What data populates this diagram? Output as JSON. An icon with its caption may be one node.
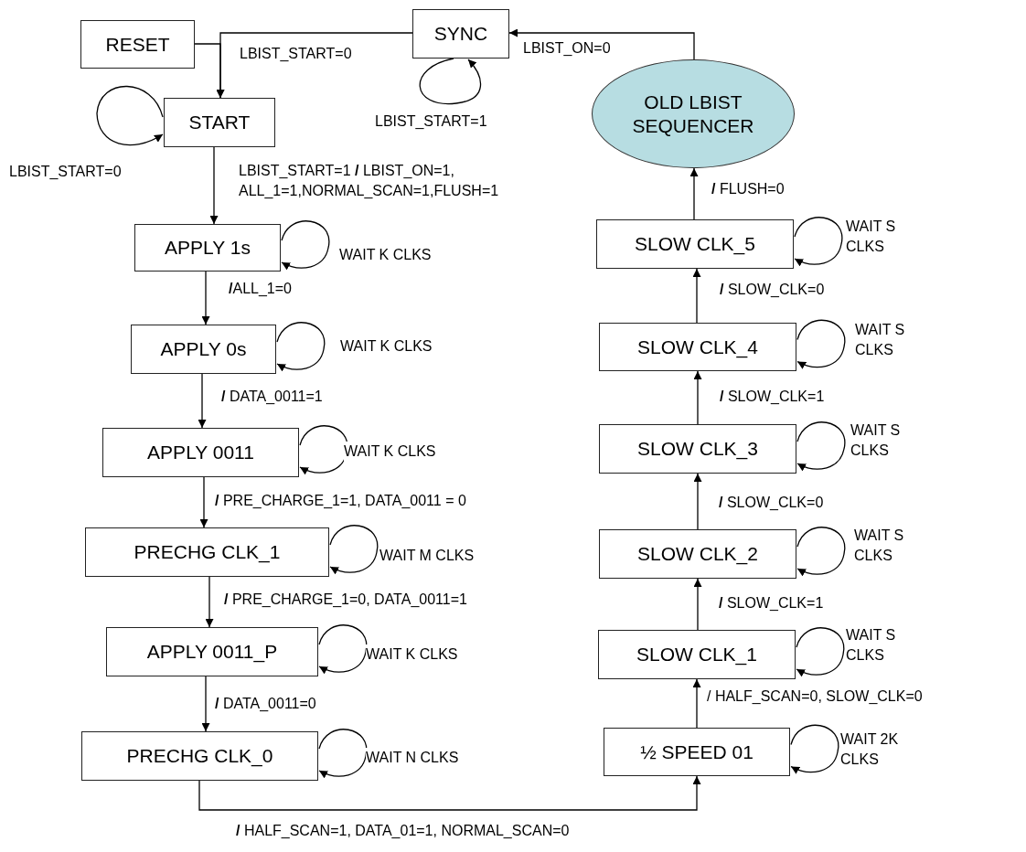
{
  "diagram": {
    "nodes": [
      {
        "text": [
          "RESET"
        ]
      },
      {
        "text": [
          "SYNC"
        ]
      },
      {
        "text": [
          "START"
        ]
      },
      {
        "text": [
          "APPLY 1s"
        ]
      },
      {
        "text": [
          "APPLY 0s"
        ]
      },
      {
        "text": [
          "APPLY 0011"
        ]
      },
      {
        "text": [
          "PRECHG CLK_1"
        ]
      },
      {
        "text": [
          "APPLY 0011_P"
        ]
      },
      {
        "text": [
          "PRECHG CLK_0"
        ]
      },
      {
        "text": [
          "½ SPEED 01"
        ]
      },
      {
        "text": [
          "SLOW CLK_1"
        ]
      },
      {
        "text": [
          "SLOW CLK_2"
        ]
      },
      {
        "text": [
          "SLOW CLK_3"
        ]
      },
      {
        "text": [
          "SLOW CLK_4"
        ]
      },
      {
        "text": [
          "SLOW CLK_5"
        ]
      },
      {
        "text": [
          "OLD LBIST SEQUENCER"
        ]
      }
    ],
    "edges": [
      {
        "from": 0,
        "to": 2,
        "arrow": "to"
      },
      {
        "from": 1,
        "to": 2,
        "arrow": "to",
        "label": "LBIST_START=0"
      },
      {
        "from": 2,
        "to": 2,
        "arrow": "to",
        "label": "LBIST_START=0"
      },
      {
        "from": 1,
        "to": 1,
        "arrow": "to",
        "label": "LBIST_START=1"
      },
      {
        "from": 2,
        "to": 3,
        "arrow": "to",
        "label": "LBIST_START=1 **/** LBIST_ON=1, ALL_1=1,NORMAL_SCAN=1,FLUSH=1"
      },
      {
        "from": 3,
        "to": 3,
        "arrow": "to",
        "label": "WAIT K CLKS"
      },
      {
        "from": 3,
        "to": 4,
        "arrow": "to",
        "label": "**/**ALL_1=0"
      },
      {
        "from": 4,
        "to": 4,
        "arrow": "to",
        "label": "WAIT K CLKS"
      },
      {
        "from": 4,
        "to": 5,
        "arrow": "to",
        "label": "**/** DATA_0011=1"
      },
      {
        "from": 5,
        "to": 5,
        "arrow": "to",
        "label": "WAIT K CLKS"
      },
      {
        "from": 5,
        "to": 6,
        "arrow": "to",
        "label": "**/** PRE_CHARGE_1=1, DATA_0011 = 0"
      },
      {
        "from": 6,
        "to": 6,
        "arrow": "to",
        "label": "WAIT M CLKS"
      },
      {
        "from": 6,
        "to": 7,
        "arrow": "to",
        "label": "**/** PRE_CHARGE_1=0, DATA_0011=1"
      },
      {
        "from": 7,
        "to": 7,
        "arrow": "to",
        "label": "WAIT K CLKS"
      },
      {
        "from": 7,
        "to": 8,
        "arrow": "to",
        "label": "**/** DATA_0011=0"
      },
      {
        "from": 8,
        "to": 8,
        "arrow": "to",
        "label": "WAIT N CLKS"
      },
      {
        "from": 8,
        "to": 9,
        "arrow": "to",
        "label": "**/** HALF_SCAN=1, DATA_01=1, NORMAL_SCAN=0"
      },
      {
        "from": 9,
        "to": 9,
        "arrow": "to",
        "label": "WAIT 2K CLKS"
      },
      {
        "from": 9,
        "to": 10,
        "arrow": "to",
        "label": "/ HALF_SCAN=0, SLOW_CLK=0"
      },
      {
        "from": 10,
        "to": 10,
        "arrow": "to",
        "label": "WAIT S CLKS"
      },
      {
        "from": 10,
        "to": 11,
        "arrow": "to",
        "label": "**/** SLOW_CLK=1"
      },
      {
        "from": 11,
        "to": 11,
        "arrow": "to",
        "label": "WAIT S CLKS"
      },
      {
        "from": 11,
        "to": 12,
        "arrow": "to",
        "label": "**/** SLOW_CLK=0"
      },
      {
        "from": 12,
        "to": 12,
        "arrow": "to",
        "label": "WAIT S CLKS"
      },
      {
        "from": 12,
        "to": 13,
        "arrow": "to",
        "label": "**/** SLOW_CLK=1"
      },
      {
        "from": 13,
        "to": 13,
        "arrow": "to",
        "label": "WAIT S CLKS"
      },
      {
        "from": 13,
        "to": 14,
        "arrow": "to",
        "label": "**/** SLOW_CLK=0"
      },
      {
        "from": 14,
        "to": 14,
        "arrow": "to",
        "label": "WAIT S CLKS"
      },
      {
        "from": 14,
        "to": 15,
        "arrow": "to",
        "label": "**/** FLUSH=0"
      },
      {
        "from": 15,
        "to": 1,
        "arrow": "to",
        "label": "LBIST_ON=0"
      }
    ]
  }
}
